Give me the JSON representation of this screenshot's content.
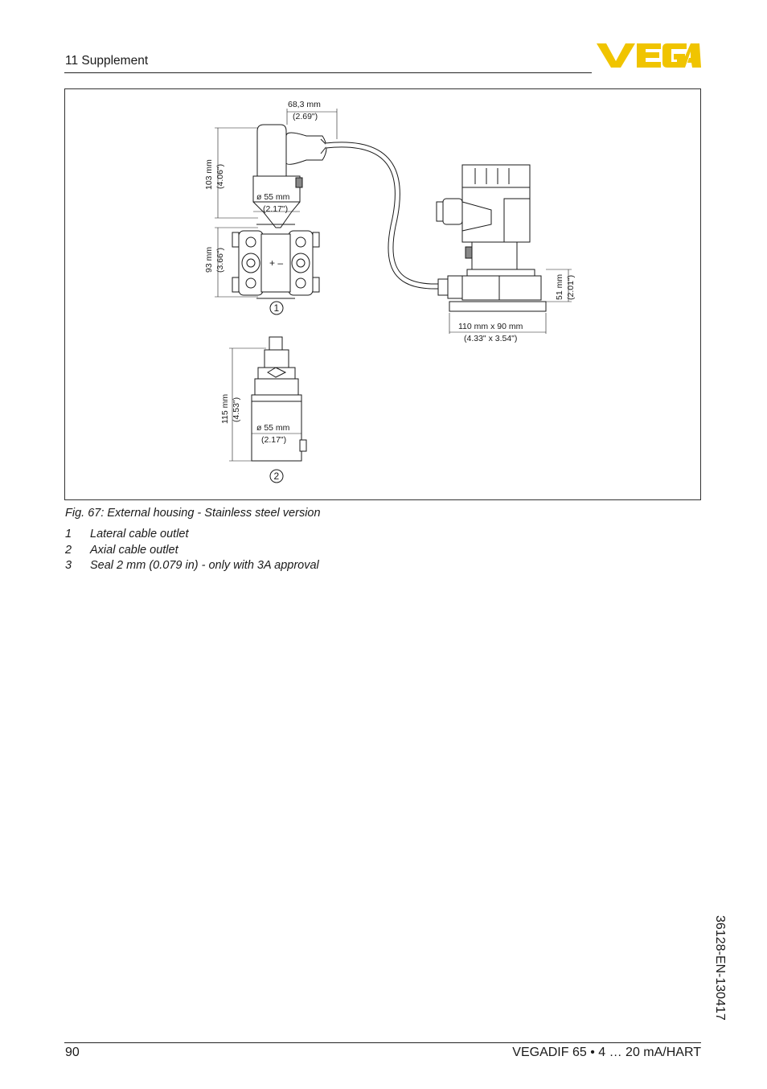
{
  "header": {
    "section": "11 Supplement",
    "logo_text": "VEGA",
    "logo_color": "#f0c400"
  },
  "figure": {
    "dims": {
      "d1_mm": "68,3 mm",
      "d1_in": "(2.69\")",
      "d2_mm": "103 mm",
      "d2_in": "(4.06\")",
      "d3_mm": "ø 55 mm",
      "d3_in": "(2.17\")",
      "d4_mm": "93 mm",
      "d4_in": "(3.66\")",
      "d5_mm": "51 mm",
      "d5_in": "(2.01\")",
      "d6_mm": "110 mm x 90 mm",
      "d6_in": "(4.33\" x 3.54\")",
      "d7_mm": "115 mm",
      "d7_in": "(4.53\")",
      "d8_mm": "ø 55 mm",
      "d8_in": "(2.17\")"
    },
    "marker1": "1",
    "marker2": "2",
    "polarity": "+ –"
  },
  "caption": "Fig. 67: External housing - Stainless steel version",
  "legend": [
    {
      "num": "1",
      "text": "Lateral cable outlet"
    },
    {
      "num": "2",
      "text": "Axial cable outlet"
    },
    {
      "num": "3",
      "text": "Seal 2 mm (0.079 in) - only with 3A approval"
    }
  ],
  "footer": {
    "page": "90",
    "product": "VEGADIF 65 • 4 … 20 mA/HART",
    "doc_number": "36128-EN-130417"
  }
}
